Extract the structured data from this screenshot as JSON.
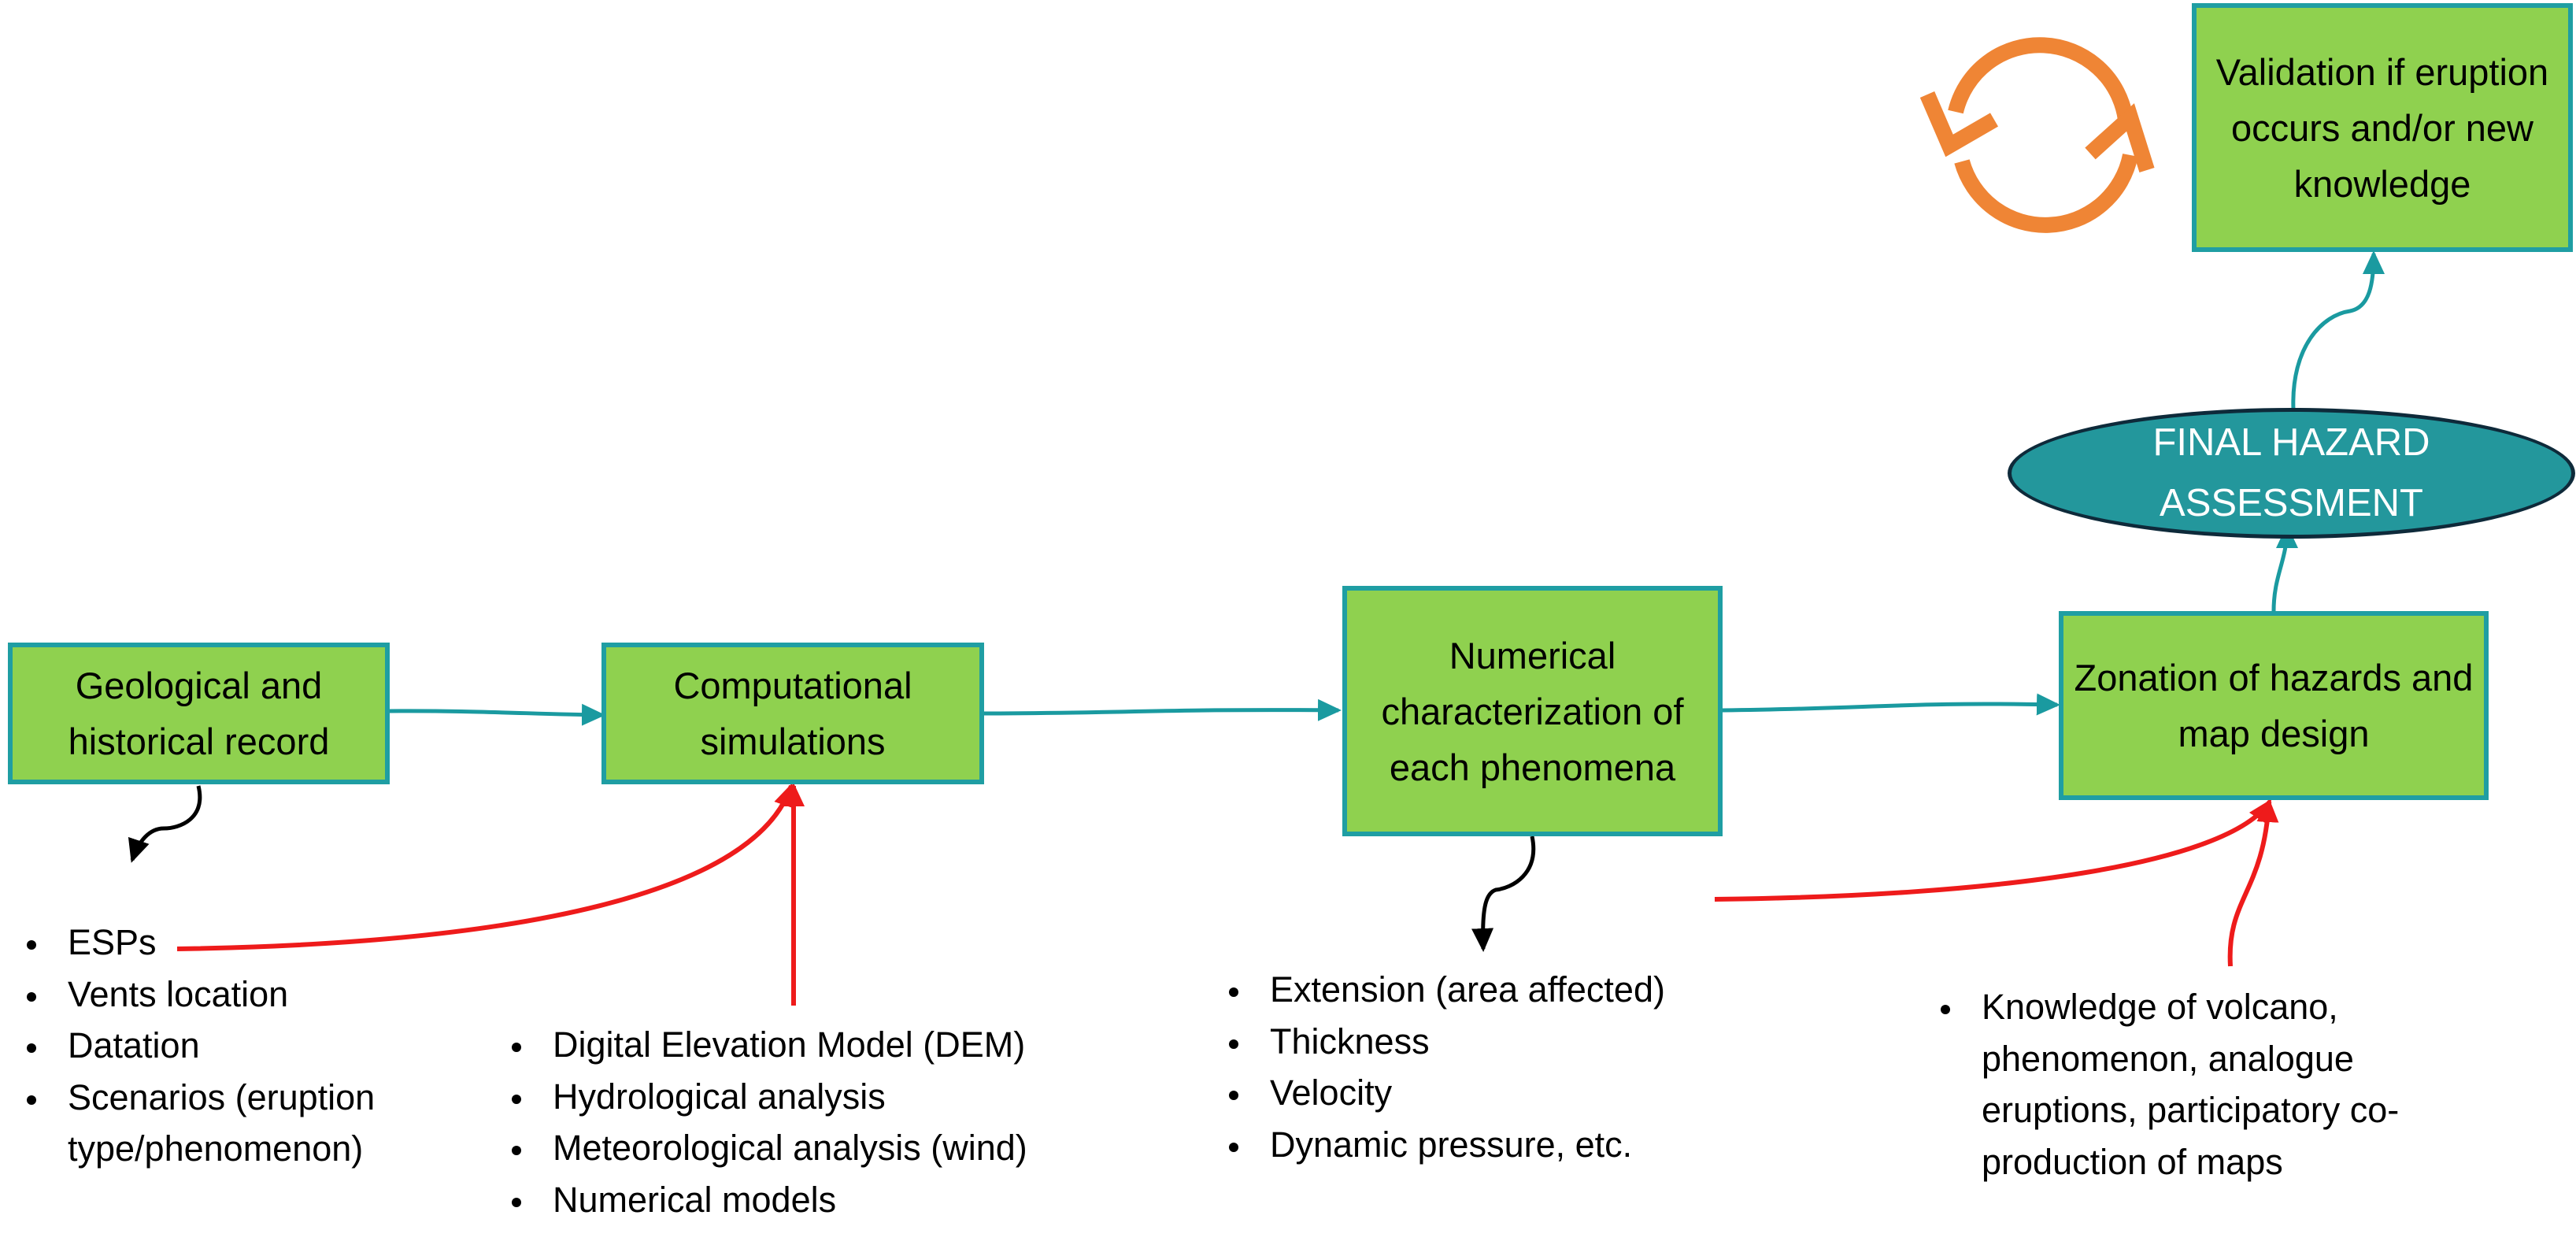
{
  "nodes": {
    "geological": "Geological and historical record",
    "computational": "Computational simulations",
    "numerical": "Numerical characterization of each phenomena",
    "zonation": "Zonation of hazards and map design",
    "validation": "Validation if eruption occurs and/or new knowledge",
    "final": "FINAL HAZARD ASSESSMENT"
  },
  "lists": {
    "geological_inputs": [
      "ESPs",
      "Vents location",
      "Datation",
      "Scenarios (eruption type/phenomenon)"
    ],
    "simulation_inputs": [
      "Digital Elevation Model (DEM)",
      "Hydrological analysis",
      "Meteorological analysis (wind)",
      "Numerical models"
    ],
    "phenomena_outputs": [
      "Extension (area affected)",
      "Thickness",
      "Velocity",
      "Dynamic pressure, etc."
    ],
    "zonation_inputs": [
      "Knowledge of volcano, phenomenon, analogue eruptions, participatory co-production of maps"
    ]
  },
  "icons": {
    "cycle": "refresh-cycle-icon"
  },
  "colors": {
    "box_fill": "#8fd14f",
    "box_border": "#1f9ea3",
    "flow_arrow": "#1a9aa0",
    "input_arrow": "#ee1b1b",
    "output_arrow": "#000000",
    "ellipse_fill": "#23979c",
    "cycle_icon": "#ef8535"
  }
}
